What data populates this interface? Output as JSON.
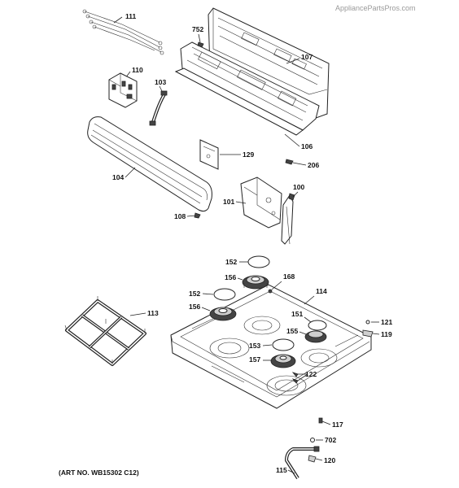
{
  "watermark": "AppliancePartsPros.com",
  "art_number": "(ART NO. WB15302 C12)",
  "callouts": {
    "p111": "111",
    "p752": "752",
    "p107": "107",
    "p110": "110",
    "p103": "103",
    "p106": "106",
    "p129": "129",
    "p206": "206",
    "p104": "104",
    "p100": "100",
    "p101": "101",
    "p108": "108",
    "p152a": "152",
    "p156a": "156",
    "p168": "168",
    "p152b": "152",
    "p114": "114",
    "p113": "113",
    "p156b": "156",
    "p151": "151",
    "p121": "121",
    "p155": "155",
    "p119": "119",
    "p153": "153",
    "p157": "157",
    "p122": "122",
    "p117": "117",
    "p702": "702",
    "p120": "120",
    "p115": "115"
  }
}
